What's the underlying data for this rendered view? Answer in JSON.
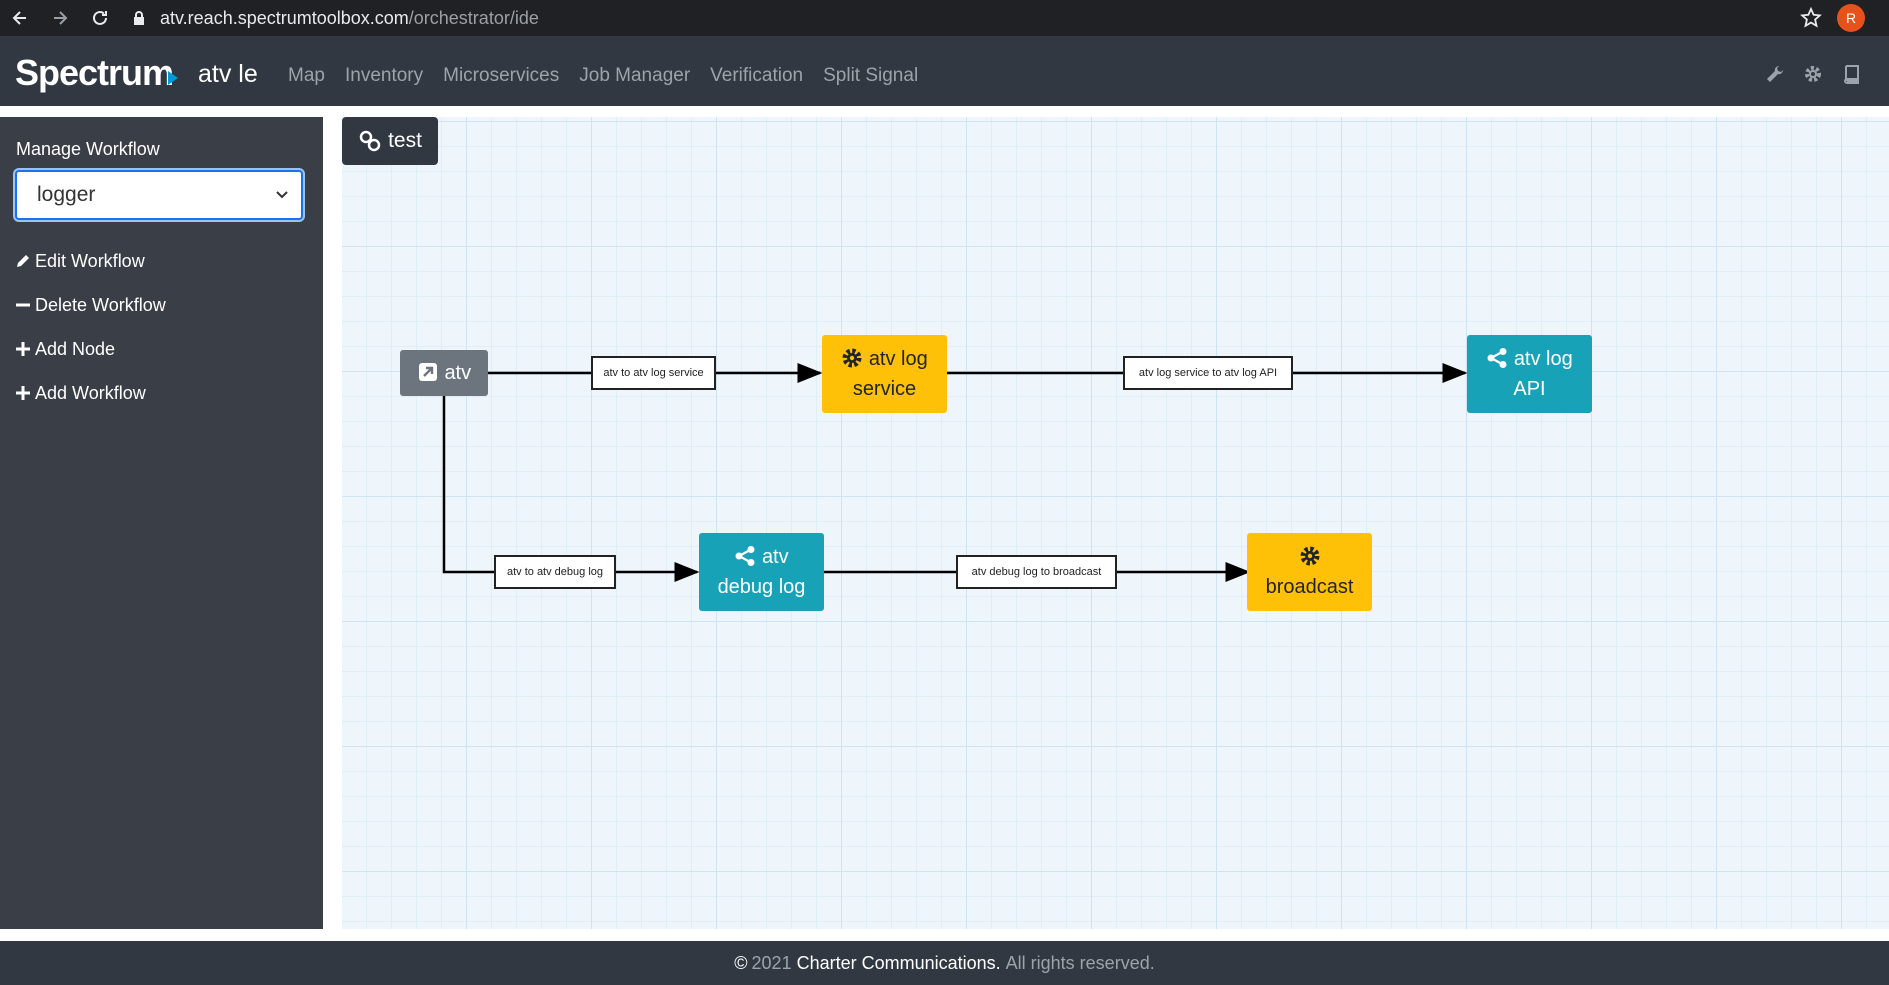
{
  "browser": {
    "url_host": "atv.reach.spectrumtoolbox.com",
    "url_path": "/orchestrator/ide",
    "profile_initial": "R"
  },
  "header": {
    "brand": "Spectrum",
    "app_name": "atv le",
    "nav": [
      "Map",
      "Inventory",
      "Microservices",
      "Job Manager",
      "Verification",
      "Split Signal"
    ],
    "icons": [
      "wrench-icon",
      "gear-icon",
      "book-icon"
    ]
  },
  "sidebar": {
    "title": "Manage Workflow",
    "selected_workflow": "logger",
    "items": [
      {
        "label": "Edit Workflow",
        "icon": "pencil-icon"
      },
      {
        "label": "Delete Workflow",
        "icon": "minus-icon"
      },
      {
        "label": "Add Node",
        "icon": "plus-icon"
      },
      {
        "label": "Add Workflow",
        "icon": "plus-icon"
      }
    ]
  },
  "canvas": {
    "test_button": "test",
    "nodes": {
      "atv": {
        "line1": "atv",
        "line2": "",
        "type": "source",
        "color": "#6c757d"
      },
      "atv_log_service": {
        "line1": "atv log",
        "line2": "service",
        "type": "service",
        "color": "#ffc107"
      },
      "atv_log_api": {
        "line1": "atv log",
        "line2": "API",
        "type": "api",
        "color": "#17a2b8"
      },
      "atv_debug_log": {
        "line1": "atv",
        "line2": "debug log",
        "type": "api",
        "color": "#17a2b8"
      },
      "broadcast": {
        "line1": "",
        "line2": "broadcast",
        "type": "service",
        "color": "#ffc107"
      }
    },
    "edges": {
      "e1": "atv to atv log service",
      "e2": "atv log service to atv log API",
      "e3": "atv to atv debug log",
      "e4": "atv debug log to broadcast"
    }
  },
  "footer": {
    "copyright": "©",
    "year": "2021",
    "company": "Charter Communications.",
    "rights": "All rights reserved."
  }
}
